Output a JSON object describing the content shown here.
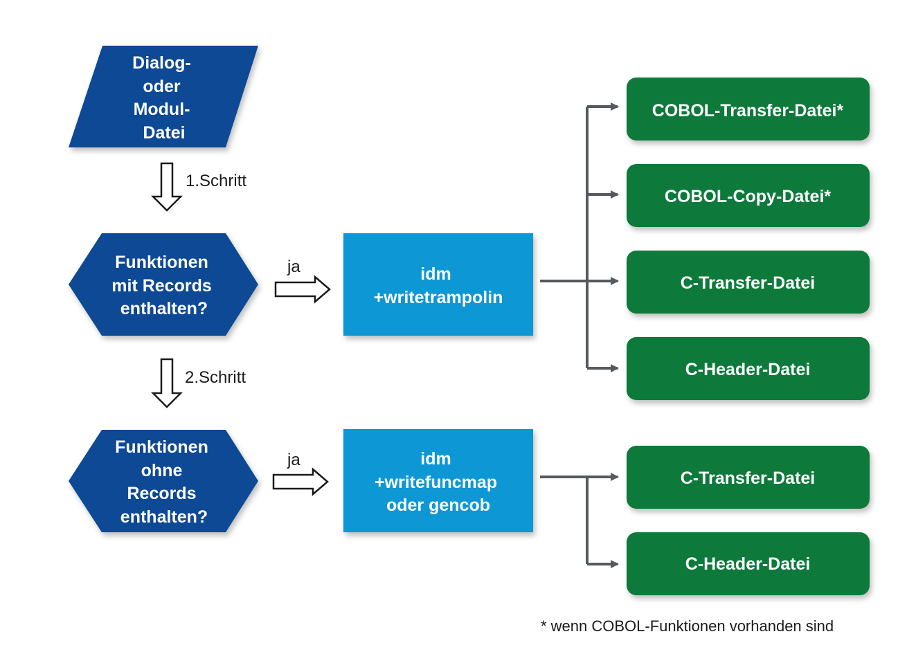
{
  "colors": {
    "dark_blue": "#0a4a94",
    "light_blue": "#0a97d4",
    "green": "#0c7a3b",
    "connector": "#555a5e"
  },
  "start": {
    "line1": "Dialog-",
    "line2": "oder",
    "line3": "Modul-",
    "line4": "Datei"
  },
  "step1": {
    "label": "1.Schritt"
  },
  "step2": {
    "label": "2.Schritt"
  },
  "decision1": {
    "line1": "Funktionen",
    "line2": "mit Records",
    "line3": "enthalten?"
  },
  "decision2": {
    "line1": "Funktionen",
    "line2": "ohne",
    "line3": "Records",
    "line4": "enthalten?"
  },
  "yes1": {
    "label": "ja"
  },
  "yes2": {
    "label": "ja"
  },
  "process1": {
    "line1": "idm",
    "line2": "+writetrampolin"
  },
  "process2": {
    "line1": "idm",
    "line2": "+writefuncmap",
    "line3": "oder gencob"
  },
  "outputs1": [
    {
      "label": "COBOL-Transfer-Datei*"
    },
    {
      "label": "COBOL-Copy-Datei*"
    },
    {
      "label": "C-Transfer-Datei"
    },
    {
      "label": "C-Header-Datei"
    }
  ],
  "outputs2": [
    {
      "label": "C-Transfer-Datei"
    },
    {
      "label": "C-Header-Datei"
    }
  ],
  "footnote": {
    "text": "* wenn COBOL-Funktionen vorhanden sind"
  }
}
